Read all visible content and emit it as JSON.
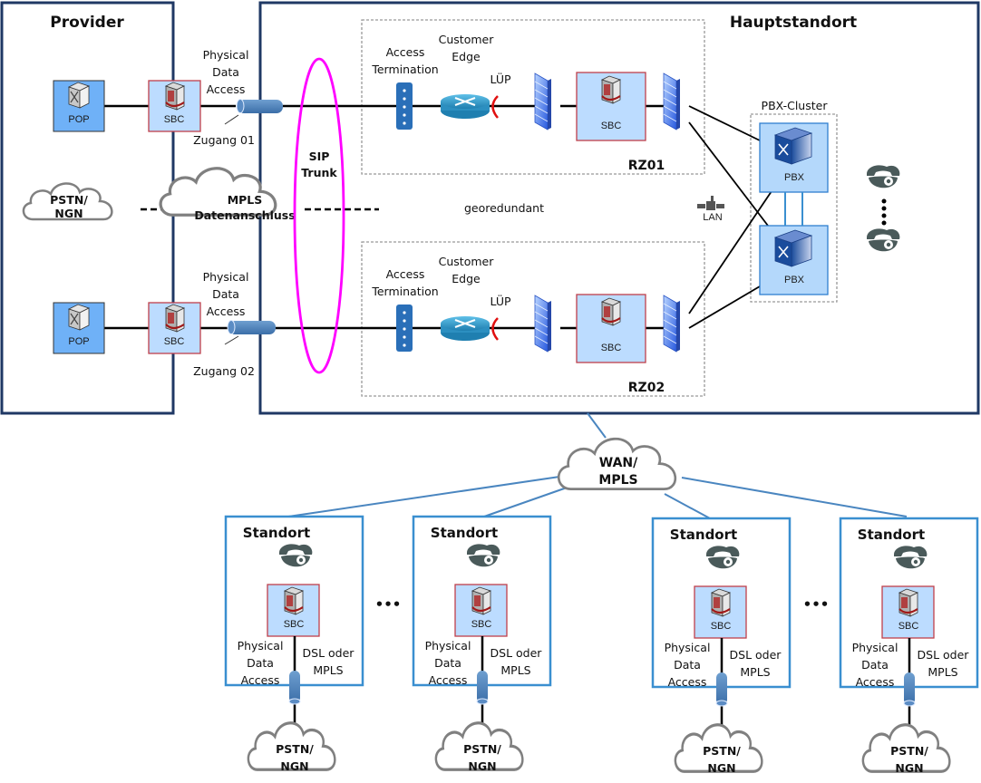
{
  "regions": {
    "provider": "Provider",
    "hauptstandort": "Hauptstandort",
    "rz01": "RZ01",
    "rz02": "RZ02",
    "pbx_cluster": "PBX-Cluster",
    "georedundant": "georedundant"
  },
  "provider": {
    "pop_label": "POP",
    "sbc_label": "SBC",
    "pstn_cloud": [
      "PSTN/",
      "NGN"
    ]
  },
  "links": {
    "physical_data_access": [
      "Physical",
      "Data",
      "Access"
    ],
    "zugang_01": "Zugang 01",
    "zugang_02": "Zugang 02",
    "mpls_cloud": [
      "MPLS",
      "Datenanschluss"
    ],
    "sip_trunk": [
      "SIP",
      "Trunk"
    ]
  },
  "rz_components": {
    "access_termination": [
      "Access",
      "Termination"
    ],
    "customer_edge": [
      "Customer",
      "Edge"
    ],
    "luep": "LÜP",
    "sbc_label": "SBC"
  },
  "core": {
    "pbx_label": "PBX",
    "lan_label": "LAN"
  },
  "wan": {
    "cloud": [
      "WAN/",
      "MPLS"
    ]
  },
  "standorte": [
    {
      "title": "Standort",
      "sbc": "SBC",
      "access": [
        "Physical",
        "Data",
        "Access"
      ],
      "link": [
        "DSL oder",
        "MPLS"
      ],
      "cloud": [
        "PSTN/",
        "NGN"
      ]
    },
    {
      "title": "Standort",
      "sbc": "SBC",
      "access": [
        "Physical",
        "Data",
        "Access"
      ],
      "link": [
        "DSL oder",
        "MPLS"
      ],
      "cloud": [
        "PSTN/",
        "NGN"
      ]
    },
    {
      "title": "Standort",
      "sbc": "SBC",
      "access": [
        "Physical",
        "Data",
        "Access"
      ],
      "link": [
        "DSL oder",
        "MPLS"
      ],
      "cloud": [
        "PSTN/",
        "NGN"
      ]
    },
    {
      "title": "Standort",
      "sbc": "SBC",
      "access": [
        "Physical",
        "Data",
        "Access"
      ],
      "link": [
        "DSL oder",
        "MPLS"
      ],
      "cloud": [
        "PSTN/",
        "NGN"
      ]
    }
  ],
  "ellipsis": "•••",
  "colors": {
    "frame_dark": "#1f3864",
    "standort_border": "#3a8fd0",
    "wan_link": "#4a86c0",
    "sip_trunk": "#ff00ff",
    "sbc_fill": "#bcdcff",
    "sbc_border": "#c0404a",
    "pop_fill": "#6fb1f7",
    "pbx_fill": "#b4d8fb",
    "pbx_border": "#2f7fd0",
    "cloud_stroke": "#808080",
    "luep_red": "#e01010"
  }
}
